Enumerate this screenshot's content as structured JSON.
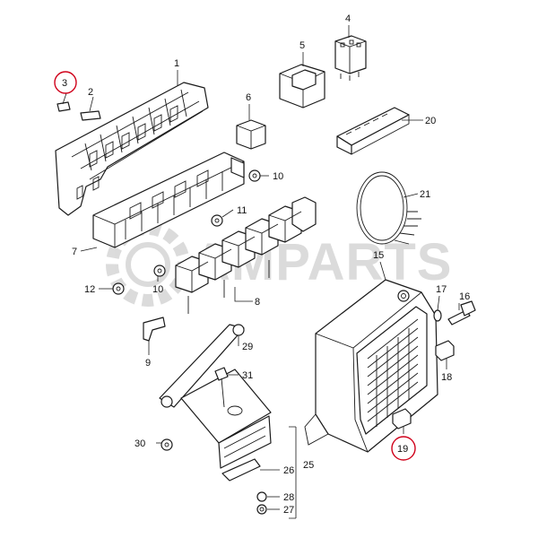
{
  "diagram": {
    "watermark": "AMPARTS",
    "colors": {
      "line": "#1a1a1a",
      "highlight": "#d0021b",
      "watermark": "#9b9b9b",
      "background": "#ffffff"
    },
    "callouts": [
      {
        "id": "1",
        "label": "1"
      },
      {
        "id": "2",
        "label": "2"
      },
      {
        "id": "3",
        "label": "3",
        "highlighted": true
      },
      {
        "id": "4",
        "label": "4"
      },
      {
        "id": "5",
        "label": "5"
      },
      {
        "id": "6",
        "label": "6"
      },
      {
        "id": "7",
        "label": "7"
      },
      {
        "id": "8",
        "label": "8"
      },
      {
        "id": "9",
        "label": "9"
      },
      {
        "id": "10a",
        "label": "10"
      },
      {
        "id": "10b",
        "label": "10"
      },
      {
        "id": "11",
        "label": "11"
      },
      {
        "id": "12",
        "label": "12"
      },
      {
        "id": "15",
        "label": "15"
      },
      {
        "id": "16",
        "label": "16"
      },
      {
        "id": "17",
        "label": "17"
      },
      {
        "id": "18",
        "label": "18"
      },
      {
        "id": "19",
        "label": "19",
        "highlighted": true
      },
      {
        "id": "20",
        "label": "20"
      },
      {
        "id": "21",
        "label": "21"
      },
      {
        "id": "25",
        "label": "25"
      },
      {
        "id": "26",
        "label": "26"
      },
      {
        "id": "27",
        "label": "27"
      },
      {
        "id": "28",
        "label": "28"
      },
      {
        "id": "29",
        "label": "29"
      },
      {
        "id": "30",
        "label": "30"
      },
      {
        "id": "31",
        "label": "31"
      }
    ]
  }
}
